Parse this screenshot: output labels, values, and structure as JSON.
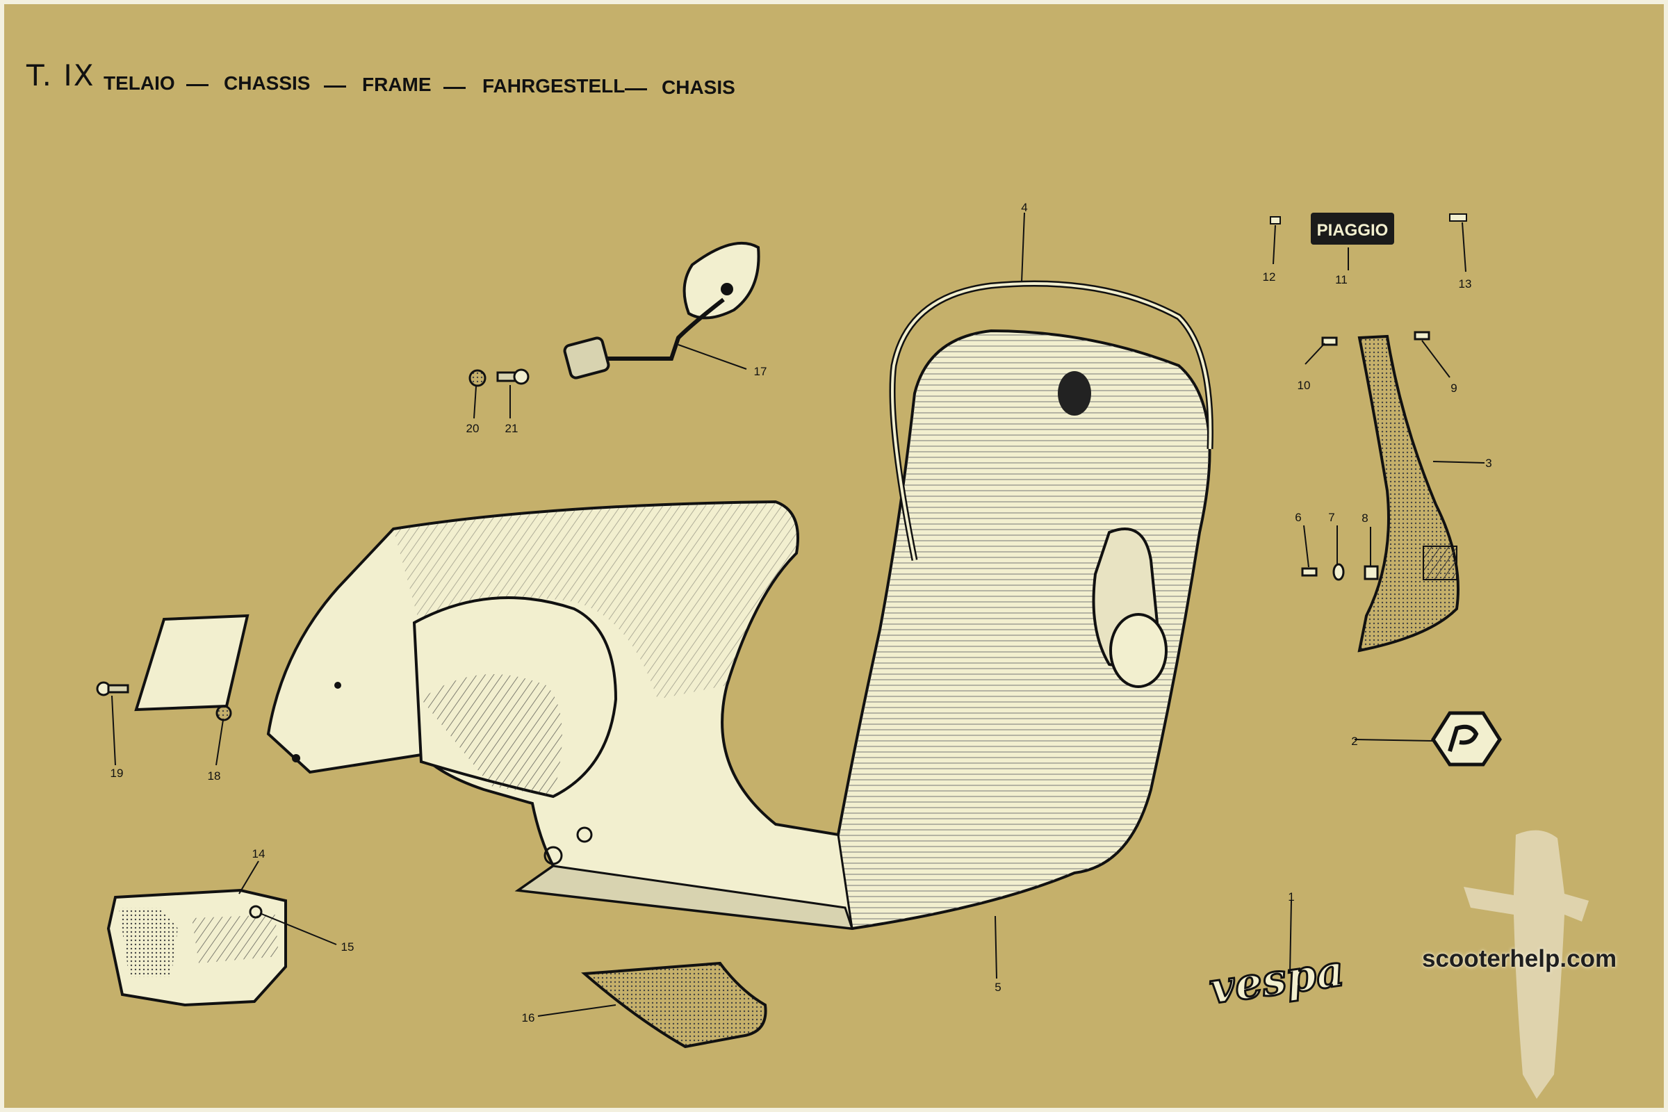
{
  "header": {
    "plate": "T. IX",
    "names": [
      "TELAIO",
      "CHASSIS",
      "FRAME",
      "FAHRGESTELL",
      "CHASIS"
    ]
  },
  "badge_text": "PIAGGIO",
  "logo_text": "vespa",
  "watermark": "scooterhelp.com",
  "callouts": [
    "1",
    "2",
    "3",
    "4",
    "5",
    "6",
    "7",
    "8",
    "9",
    "10",
    "11",
    "12",
    "13",
    "14",
    "15",
    "16",
    "17",
    "18",
    "19",
    "20",
    "21"
  ],
  "colors": {
    "background": "#c5b06b",
    "part_fill": "#f2efcf",
    "ink": "#111111"
  }
}
